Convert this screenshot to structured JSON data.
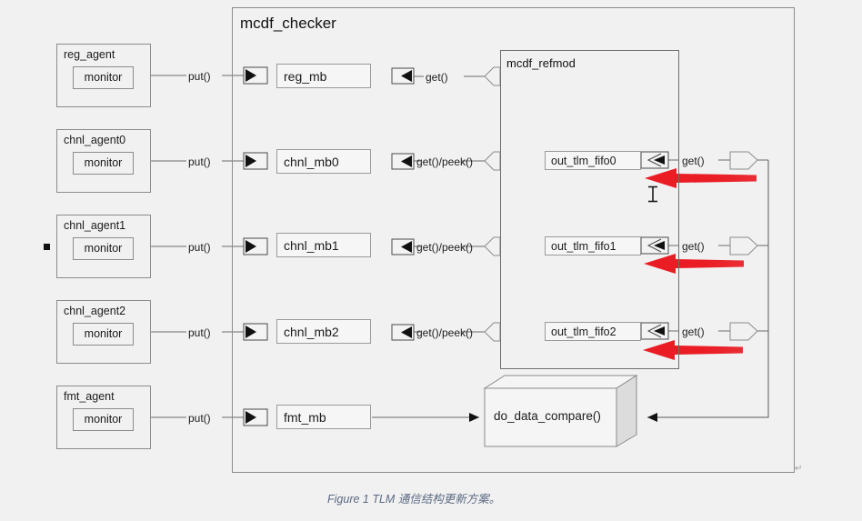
{
  "background": "#f1f1f1",
  "diagram": {
    "frame": {
      "title": "mcdf_checker"
    },
    "refmod": {
      "title": "mcdf_refmod"
    },
    "agents": [
      {
        "name": "reg_agent",
        "monitor": "monitor",
        "port_label": "put()"
      },
      {
        "name": "chnl_agent0",
        "monitor": "monitor",
        "port_label": "put()"
      },
      {
        "name": "chnl_agent1",
        "monitor": "monitor",
        "port_label": "put()"
      },
      {
        "name": "chnl_agent2",
        "monitor": "monitor",
        "port_label": "put()"
      },
      {
        "name": "fmt_agent",
        "monitor": "monitor",
        "port_label": "put()"
      }
    ],
    "mailboxes": [
      {
        "name": "reg_mb",
        "get_label": "get()"
      },
      {
        "name": "chnl_mb0",
        "get_label": "get()/peek()"
      },
      {
        "name": "chnl_mb1",
        "get_label": "get()/peek()"
      },
      {
        "name": "chnl_mb2",
        "get_label": "get()/peek()"
      },
      {
        "name": "fmt_mb",
        "get_label": ""
      }
    ],
    "fifos": [
      {
        "name": "out_tlm_fifo0",
        "get_label": "get()"
      },
      {
        "name": "out_tlm_fifo1",
        "get_label": "get()"
      },
      {
        "name": "out_tlm_fifo2",
        "get_label": "get()"
      }
    ],
    "compare_block": {
      "label": "do_data_compare()"
    },
    "annotations": {
      "arrow_color": "#ea1c24",
      "arrow_count": 3,
      "cursor": "text-ibeam-cursor",
      "marker": "selection-square-marker",
      "paragraph_mark": "↵"
    }
  },
  "caption": {
    "text": "Figure 1 TLM 通信结构更新方案。",
    "color": "#5b6a82"
  }
}
